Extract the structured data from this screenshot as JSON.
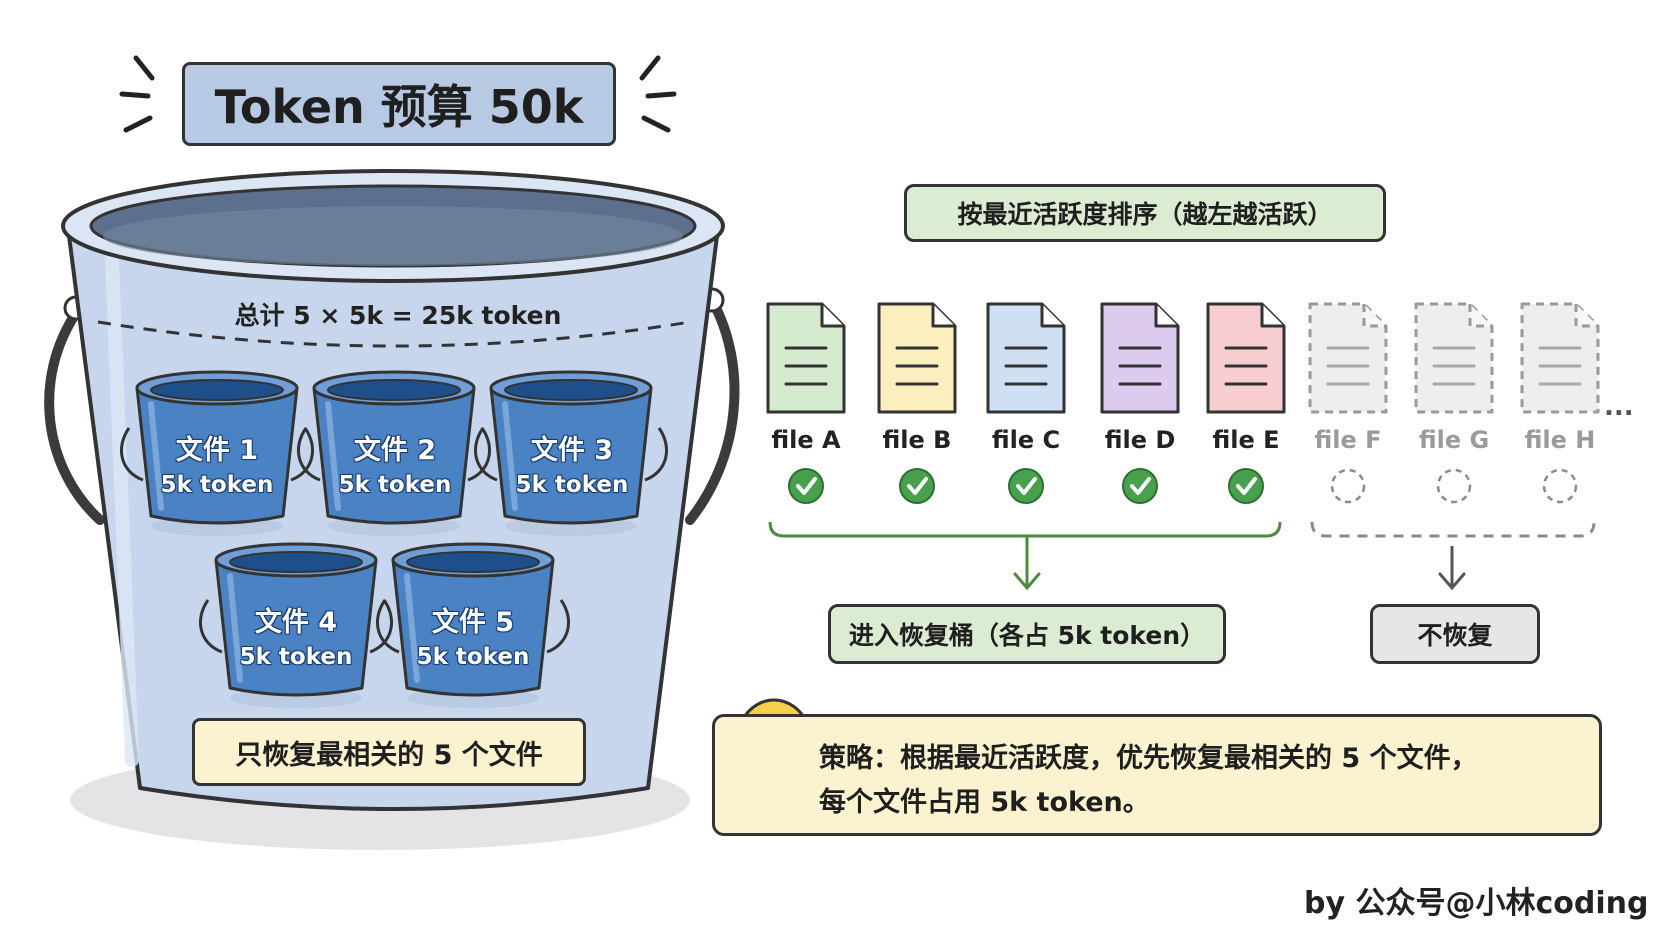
{
  "title": "Token 预算 50k",
  "total_label": "总计 5 × 5k = 25k token",
  "mini_buckets": [
    {
      "name": "文件 1",
      "tokens": "5k token"
    },
    {
      "name": "文件 2",
      "tokens": "5k token"
    },
    {
      "name": "文件 3",
      "tokens": "5k token"
    },
    {
      "name": "文件 4",
      "tokens": "5k token"
    },
    {
      "name": "文件 5",
      "tokens": "5k token"
    }
  ],
  "only_restore_label": "只恢复最相关的 5 个文件",
  "sort_label": "按最近活跃度排序（越左越活跃）",
  "files": [
    {
      "label": "file A",
      "restored": true,
      "color": "#d5ebcf",
      "stroke": "#4b8f3f"
    },
    {
      "label": "file B",
      "restored": true,
      "color": "#fbefbf",
      "stroke": "#c29a1e"
    },
    {
      "label": "file C",
      "restored": true,
      "color": "#cfe0f5",
      "stroke": "#4a78b8"
    },
    {
      "label": "file D",
      "restored": true,
      "color": "#dccbef",
      "stroke": "#7a58b0"
    },
    {
      "label": "file E",
      "restored": true,
      "color": "#f7cdd2",
      "stroke": "#c04a5a"
    },
    {
      "label": "file F",
      "restored": false,
      "color": "#eeeeee",
      "stroke": "#a0a0a0"
    },
    {
      "label": "file G",
      "restored": false,
      "color": "#eeeeee",
      "stroke": "#a0a0a0"
    },
    {
      "label": "file H",
      "restored": false,
      "color": "#eeeeee",
      "stroke": "#a0a0a0"
    }
  ],
  "ellipsis": "...",
  "enter_label": "进入恢复桶（各占 5k token）",
  "no_restore_label": "不恢复",
  "strategy_line1": "策略：根据最近活跃度，优先恢复最相关的 5 个文件，",
  "strategy_line2": "每个文件占用 5k token。",
  "credit": "by 公众号@小林coding",
  "icons": {
    "bulb": "lightbulb-icon",
    "check": "check-circle-icon",
    "empty": "empty-circle-icon",
    "file": "document-icon"
  }
}
